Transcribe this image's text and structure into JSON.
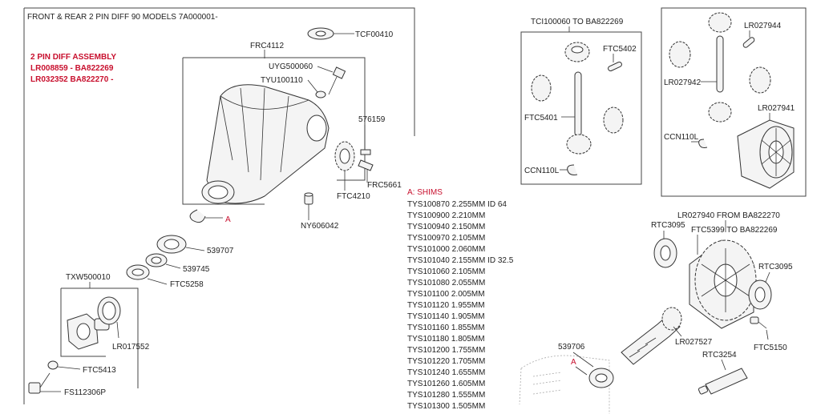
{
  "title": "FRONT & REAR 2 PIN DIFF 90 MODELS 7A000001-",
  "assembly": {
    "heading": "2 PIN DIFF ASSEMBLY",
    "line1": "LR008859 - BA822269",
    "line2": "LR032352 BA822270 -"
  },
  "labels": {
    "tcf00410": "TCF00410",
    "frc4112": "FRC4112",
    "uyg500060": "UYG500060",
    "tyu100110": "TYU100110",
    "p576159": "576159",
    "frc5661": "FRC5661",
    "ftc4210": "FTC4210",
    "ny606042": "NY606042",
    "marker_a_left": "A",
    "p539707": "539707",
    "p539745": "539745",
    "ftc5258": "FTC5258",
    "txw500010": "TXW500010",
    "lr017552": "LR017552",
    "ftc5413": "FTC5413",
    "fs112306p": "FS112306P",
    "tci100060": "TCI100060 TO BA822269",
    "ftc5402": "FTC5402",
    "ftc5401": "FTC5401",
    "ccn110l_a": "CCN110L",
    "lr027944": "LR027944",
    "lr027942": "LR027942",
    "lr027941": "LR027941",
    "ccn110l_b": "CCN110L",
    "lr027940": "LR027940 FROM BA822270",
    "rtc3095_a": "RTC3095",
    "ftc5399": "FTC5399 TO BA822269",
    "rtc3095_b": "RTC3095",
    "lr027527": "LR027527",
    "ftc5150": "FTC5150",
    "p539706": "539706",
    "rtc3254": "RTC3254",
    "marker_a_right": "A"
  },
  "shims": {
    "heading": "A: SHIMS",
    "items": [
      "TYS100870 2.255MM ID 64",
      "TYS100900 2.210MM",
      "TYS100940 2.150MM",
      "TYS100970 2.105MM",
      "TYS101000 2.060MM",
      "TYS101040 2.155MM ID 32.5",
      "TYS101060 2.105MM",
      "TYS101080 2.055MM",
      "TYS101100 2.005MM",
      "TYS101120 1.955MM",
      "TYS101140 1.905MM",
      "TYS101160 1.855MM",
      "TYS101180 1.805MM",
      "TYS101200 1.755MM",
      "TYS101220 1.705MM",
      "TYS101240 1.655MM",
      "TYS101260 1.605MM",
      "TYS101280 1.555MM",
      "TYS101300 1.505MM"
    ]
  }
}
